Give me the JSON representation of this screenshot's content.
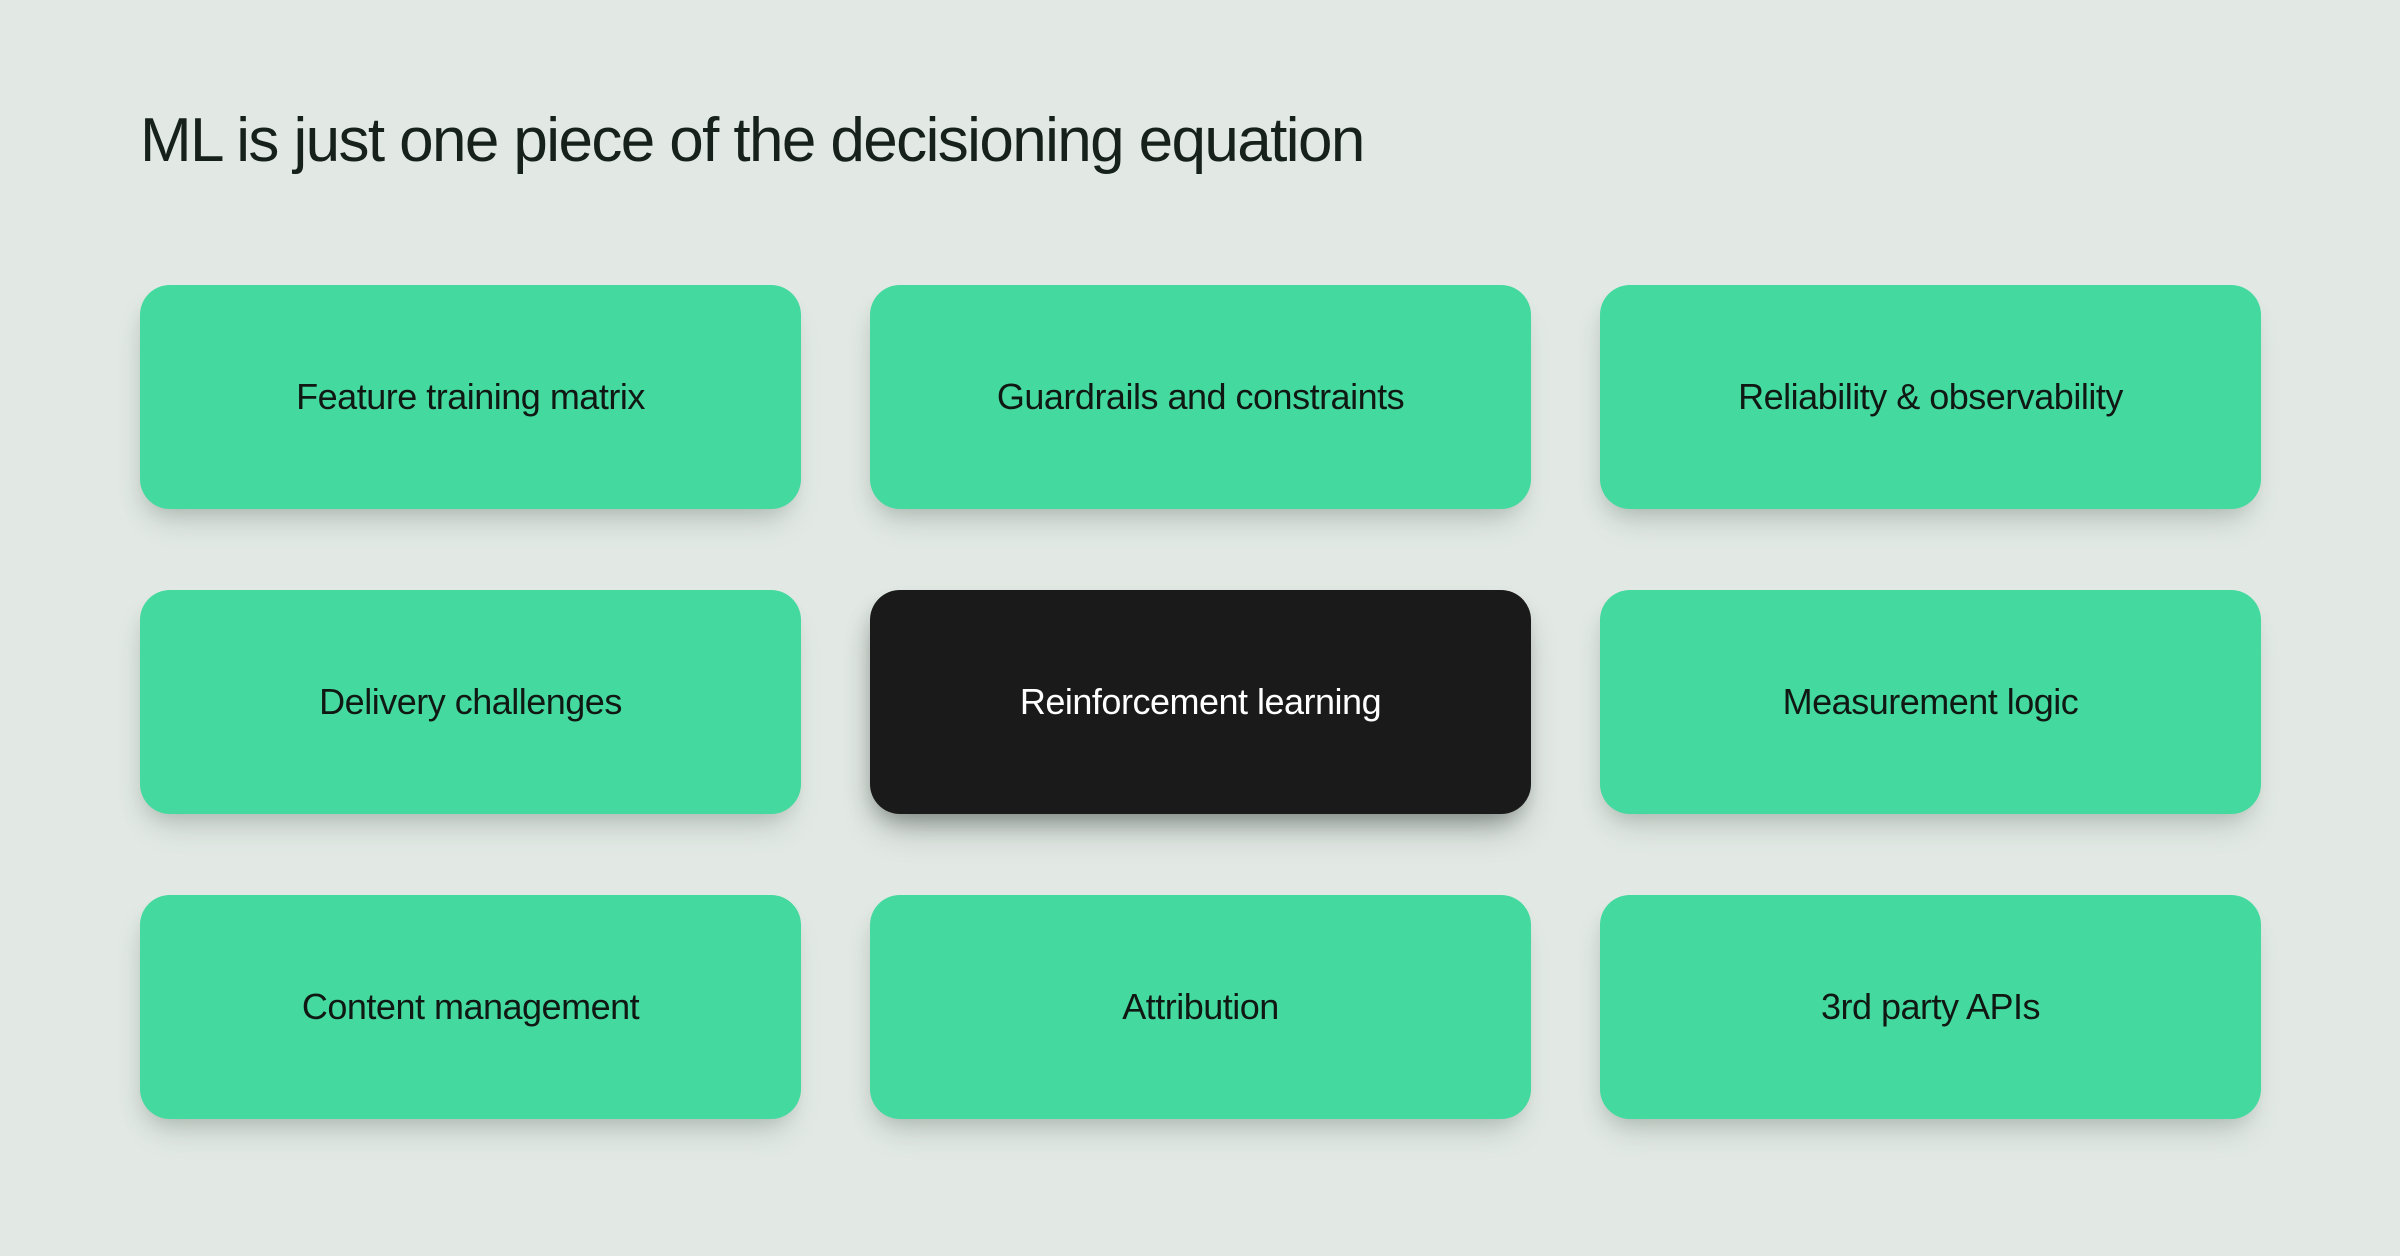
{
  "slide": {
    "title": "ML is just one piece of the decisioning equation",
    "background_color": "#e2e9e4",
    "accent_color": "#44d99e",
    "highlight_color": "#1a1a1a",
    "title_color": "#17211c"
  },
  "grid": {
    "columns": 3,
    "rows": 3,
    "cards": [
      {
        "label": "Feature training matrix",
        "style": "accent",
        "row": 1,
        "column": 1
      },
      {
        "label": "Guardrails and constraints",
        "style": "accent",
        "row": 1,
        "column": 2
      },
      {
        "label": "Reliability & observability",
        "style": "accent",
        "row": 1,
        "column": 3
      },
      {
        "label": "Delivery challenges",
        "style": "accent",
        "row": 2,
        "column": 1
      },
      {
        "label": "Reinforcement learning",
        "style": "highlight",
        "row": 2,
        "column": 2
      },
      {
        "label": "Measurement logic",
        "style": "accent",
        "row": 2,
        "column": 3
      },
      {
        "label": "Content management",
        "style": "accent",
        "row": 3,
        "column": 1
      },
      {
        "label": "Attribution",
        "style": "accent",
        "row": 3,
        "column": 2
      },
      {
        "label": "3rd party APIs",
        "style": "accent",
        "row": 3,
        "column": 3
      }
    ]
  }
}
